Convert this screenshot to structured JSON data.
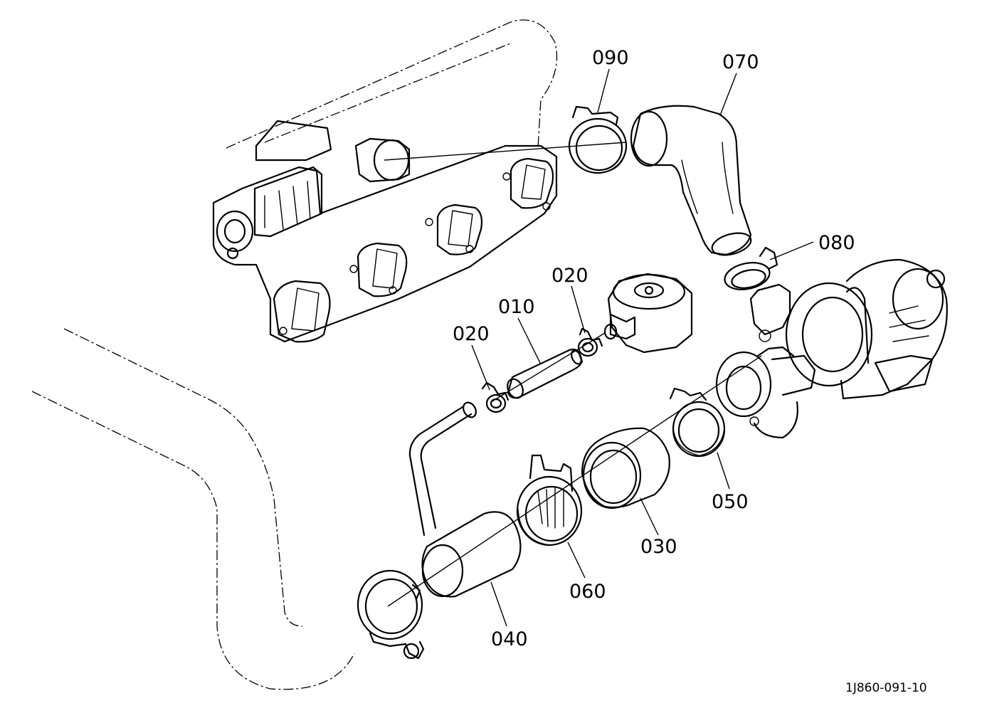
{
  "diagram": {
    "code": "1J860-091-10",
    "callouts": [
      {
        "id": "c090",
        "label": "090"
      },
      {
        "id": "c070",
        "label": "070"
      },
      {
        "id": "c080",
        "label": "080"
      },
      {
        "id": "c020a",
        "label": "020"
      },
      {
        "id": "c010",
        "label": "010"
      },
      {
        "id": "c020b",
        "label": "020"
      },
      {
        "id": "c050",
        "label": "050"
      },
      {
        "id": "c030",
        "label": "030"
      },
      {
        "id": "c060",
        "label": "060"
      },
      {
        "id": "c040",
        "label": "040"
      }
    ]
  }
}
